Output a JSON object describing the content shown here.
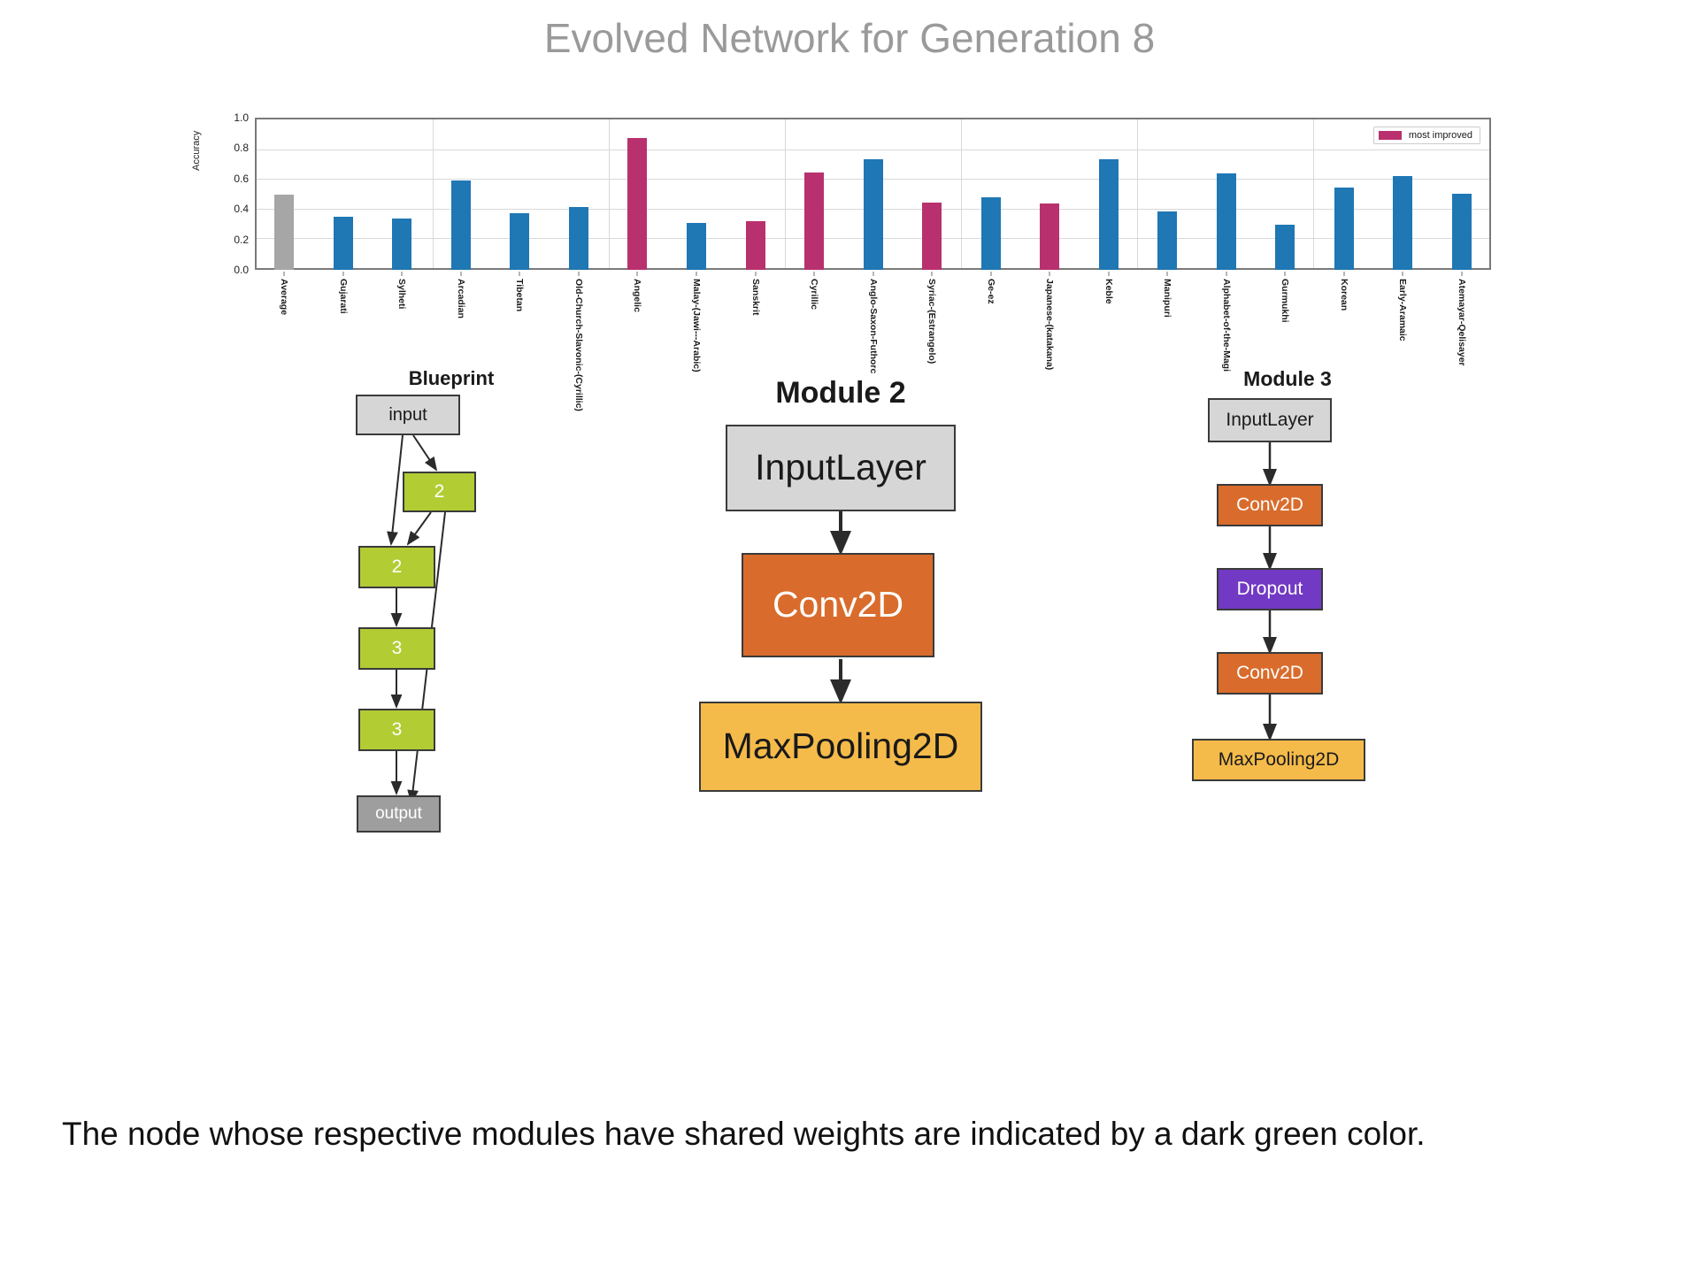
{
  "slide": {
    "title": "Evolved Network for Generation 8",
    "caption": "The node whose respective modules have shared weights are indicated by a dark green color."
  },
  "chart_data": {
    "type": "bar",
    "title": "",
    "xlabel": "",
    "ylabel": "Accuracy",
    "ylim": [
      0.0,
      1.0
    ],
    "yticks": [
      "0.0",
      "0.2",
      "0.4",
      "0.6",
      "0.8",
      "1.0"
    ],
    "grid": true,
    "legend_position": "top-right",
    "legend": [
      {
        "label": "most improved",
        "color": "#b8316e"
      }
    ],
    "colors": {
      "average": "#a6a6a6",
      "default": "#1f77b4",
      "most_improved": "#b8316e"
    },
    "categories": [
      "Average",
      "Gujarati",
      "Sylheti",
      "Arcadian",
      "Tibetan",
      "Old-Church-Slavonic-(Cyrillic)",
      "Angelic",
      "Malay-(Jawi---Arabic)",
      "Sanskrit",
      "Cyrillic",
      "Anglo-Saxon-Futhorc",
      "Syriac-(Estrangelo)",
      "Ge-ez",
      "Japanese-(katakana)",
      "Keble",
      "Manipuri",
      "Alphabet-of-the-Magi",
      "Gurmukhi",
      "Korean",
      "Early-Aramaic",
      "Atemayar-Qelisayer"
    ],
    "values": [
      0.5,
      0.355,
      0.34,
      0.595,
      0.375,
      0.42,
      0.875,
      0.31,
      0.325,
      0.645,
      0.735,
      0.445,
      0.485,
      0.44,
      0.735,
      0.39,
      0.64,
      0.3,
      0.545,
      0.625,
      0.505
    ],
    "bar_types": [
      "average",
      "default",
      "default",
      "default",
      "default",
      "default",
      "most_improved",
      "default",
      "most_improved",
      "most_improved",
      "default",
      "most_improved",
      "default",
      "most_improved",
      "default",
      "default",
      "default",
      "default",
      "default",
      "default",
      "default"
    ]
  },
  "blueprint": {
    "title": "Blueprint",
    "nodes": [
      {
        "id": "input",
        "label": "input",
        "type": "input"
      },
      {
        "id": "n2a",
        "label": "2",
        "type": "green"
      },
      {
        "id": "n2b",
        "label": "2",
        "type": "green"
      },
      {
        "id": "n3a",
        "label": "3",
        "type": "green"
      },
      {
        "id": "n3b",
        "label": "3",
        "type": "green"
      },
      {
        "id": "output",
        "label": "output",
        "type": "output"
      }
    ]
  },
  "module2": {
    "title": "Module 2",
    "nodes": [
      {
        "label": "InputLayer",
        "type": "input"
      },
      {
        "label": "Conv2D",
        "type": "conv"
      },
      {
        "label": "MaxPooling2D",
        "type": "pool"
      }
    ]
  },
  "module3": {
    "title": "Module 3",
    "nodes": [
      {
        "label": "InputLayer",
        "type": "input"
      },
      {
        "label": "Conv2D",
        "type": "conv"
      },
      {
        "label": "Dropout",
        "type": "drop"
      },
      {
        "label": "Conv2D",
        "type": "conv"
      },
      {
        "label": "MaxPooling2D",
        "type": "pool"
      }
    ]
  }
}
